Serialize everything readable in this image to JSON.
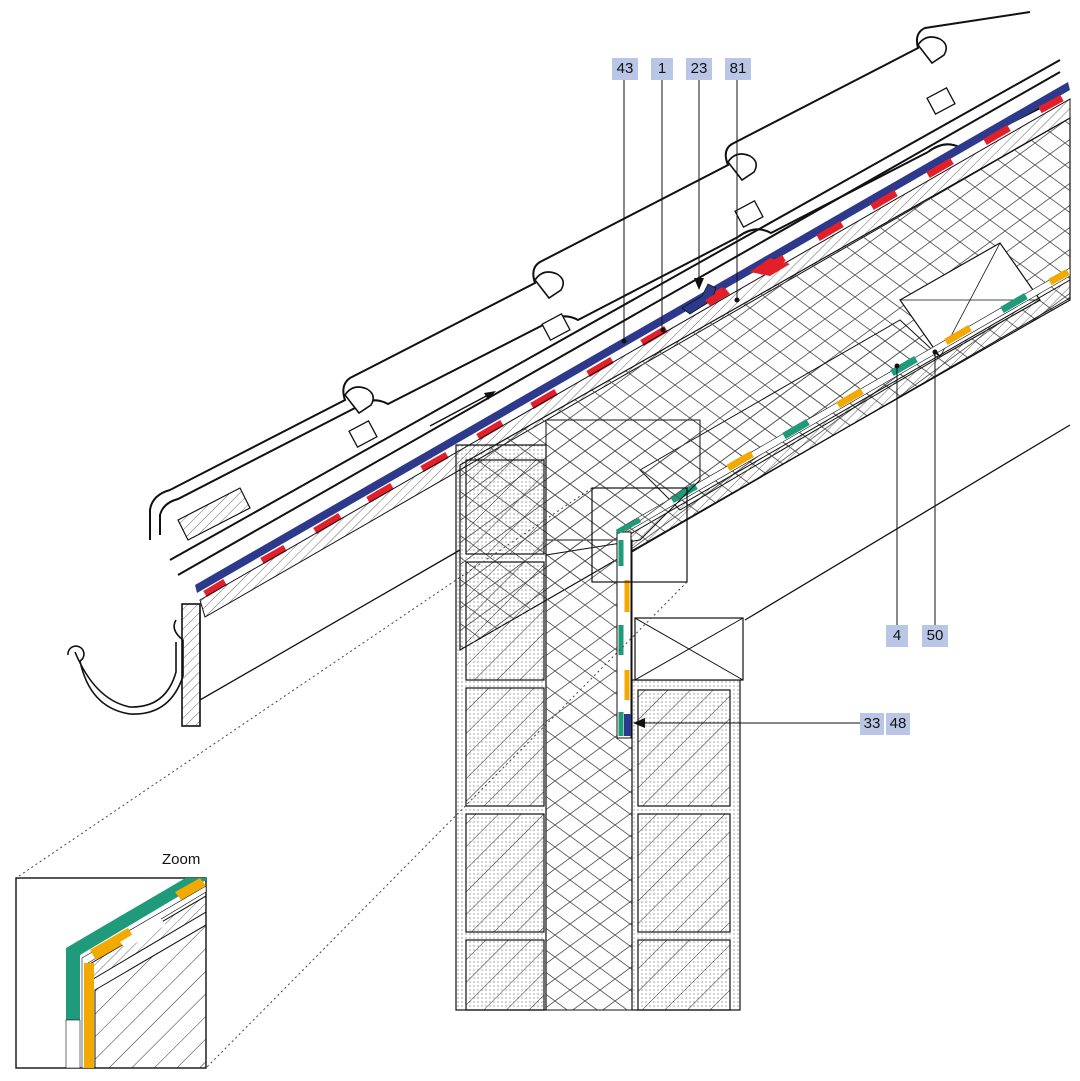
{
  "labels": {
    "l43": "43",
    "l1": "1",
    "l23": "23",
    "l81": "81",
    "l4": "4",
    "l50": "50",
    "l33": "33",
    "l48": "48"
  },
  "zoom_label": "Zoom",
  "colors": {
    "tag_bg": "#b9c6e6",
    "membrane_blue": "#2d3a8c",
    "membrane_red": "#e3202a",
    "vapor_green": "#1f9a7a",
    "vapor_orange": "#f2a900",
    "line": "#111111"
  }
}
